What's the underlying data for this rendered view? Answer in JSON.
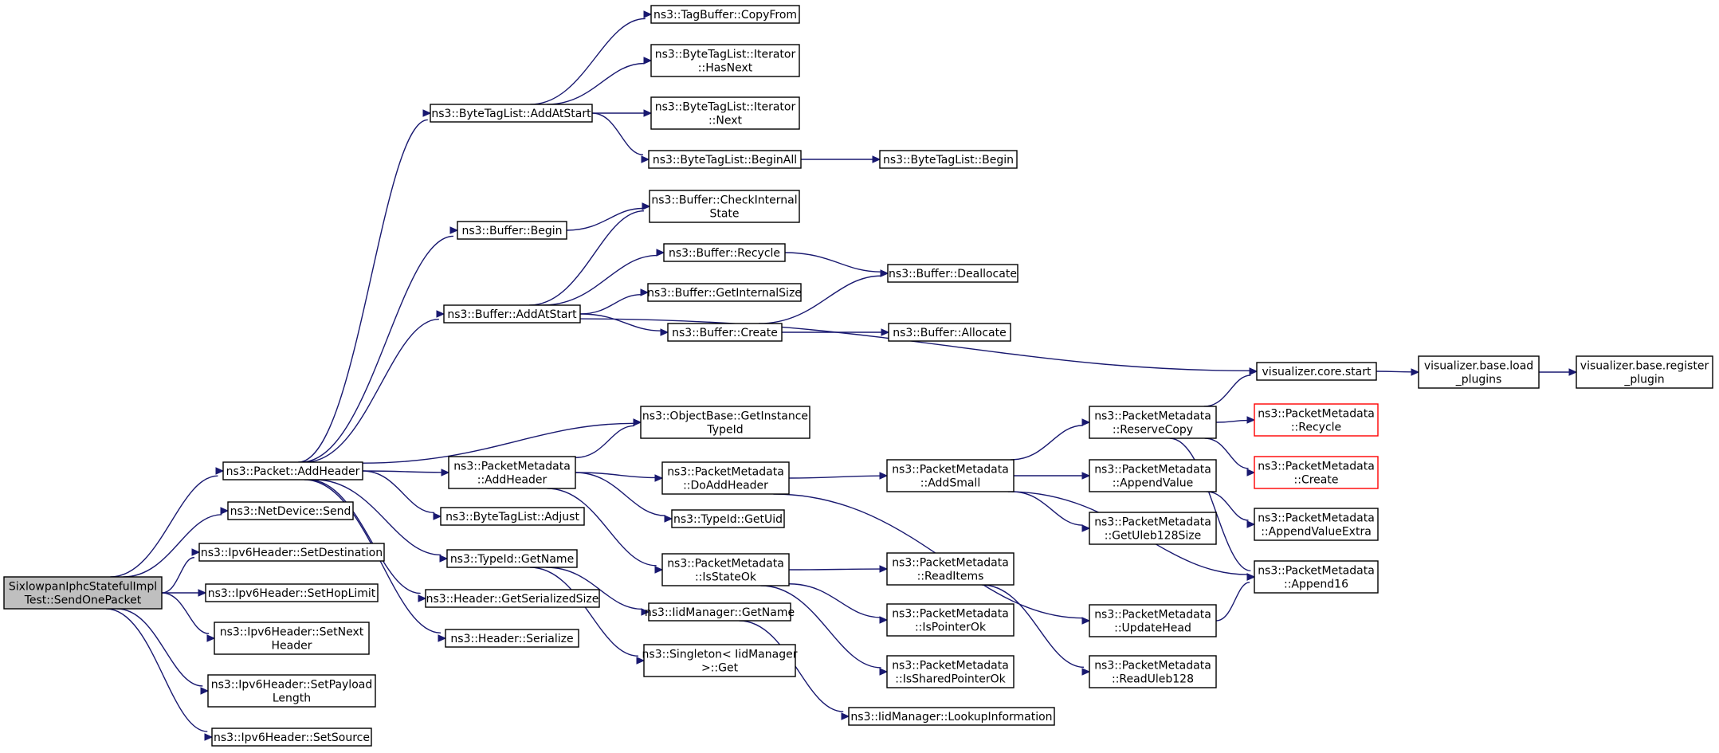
{
  "title": "",
  "colors": {
    "edge": "#191970",
    "root_fill": "#bfbfbf",
    "node_border": "#000000",
    "incomplete_border": "#ff0000"
  },
  "nodes": [
    {
      "id": "root",
      "lines": [
        "SixlowpanIphcStatefulImpl",
        "Test::SendOnePacket"
      ],
      "style": "root"
    },
    {
      "id": "pkt_addheader",
      "lines": [
        "ns3::Packet::AddHeader"
      ]
    },
    {
      "id": "netdev_send",
      "lines": [
        "ns3::NetDevice::Send"
      ]
    },
    {
      "id": "ipv6_setdest",
      "lines": [
        "ns3::Ipv6Header::SetDestination"
      ]
    },
    {
      "id": "ipv6_sethop",
      "lines": [
        "ns3::Ipv6Header::SetHopLimit"
      ]
    },
    {
      "id": "ipv6_setnext",
      "lines": [
        "ns3::Ipv6Header::SetNext",
        "Header"
      ]
    },
    {
      "id": "ipv6_setpayload",
      "lines": [
        "ns3::Ipv6Header::SetPayload",
        "Length"
      ]
    },
    {
      "id": "ipv6_setsource",
      "lines": [
        "ns3::Ipv6Header::SetSource"
      ]
    },
    {
      "id": "btl_addatstart",
      "lines": [
        "ns3::ByteTagList::AddAtStart"
      ]
    },
    {
      "id": "buf_begin",
      "lines": [
        "ns3::Buffer::Begin"
      ]
    },
    {
      "id": "buf_addatstart",
      "lines": [
        "ns3::Buffer::AddAtStart"
      ]
    },
    {
      "id": "pm_addheader",
      "lines": [
        "ns3::PacketMetadata",
        "::AddHeader"
      ]
    },
    {
      "id": "btl_adjust",
      "lines": [
        "ns3::ByteTagList::Adjust"
      ]
    },
    {
      "id": "typeid_getname",
      "lines": [
        "ns3::TypeId::GetName"
      ]
    },
    {
      "id": "hdr_getsersize",
      "lines": [
        "ns3::Header::GetSerializedSize"
      ]
    },
    {
      "id": "hdr_serialize",
      "lines": [
        "ns3::Header::Serialize"
      ]
    },
    {
      "id": "tagbuf_copyfrom",
      "lines": [
        "ns3::TagBuffer::CopyFrom"
      ]
    },
    {
      "id": "btl_it_hasnext",
      "lines": [
        "ns3::ByteTagList::Iterator",
        "::HasNext"
      ]
    },
    {
      "id": "btl_it_next",
      "lines": [
        "ns3::ByteTagList::Iterator",
        "::Next"
      ]
    },
    {
      "id": "btl_beginall",
      "lines": [
        "ns3::ByteTagList::BeginAll"
      ]
    },
    {
      "id": "btl_begin",
      "lines": [
        "ns3::ByteTagList::Begin"
      ]
    },
    {
      "id": "buf_checkinternal",
      "lines": [
        "ns3::Buffer::CheckInternal",
        "State"
      ]
    },
    {
      "id": "buf_recycle",
      "lines": [
        "ns3::Buffer::Recycle"
      ]
    },
    {
      "id": "buf_getinternalsize",
      "lines": [
        "ns3::Buffer::GetInternalSize"
      ]
    },
    {
      "id": "buf_create",
      "lines": [
        "ns3::Buffer::Create"
      ]
    },
    {
      "id": "buf_deallocate",
      "lines": [
        "ns3::Buffer::Deallocate"
      ]
    },
    {
      "id": "buf_allocate",
      "lines": [
        "ns3::Buffer::Allocate"
      ]
    },
    {
      "id": "vis_core_start",
      "lines": [
        "visualizer.core.start"
      ]
    },
    {
      "id": "vis_base_load",
      "lines": [
        "visualizer.base.load",
        "_plugins"
      ]
    },
    {
      "id": "vis_base_register",
      "lines": [
        "visualizer.base.register",
        "_plugin"
      ]
    },
    {
      "id": "objbase_getinst",
      "lines": [
        "ns3::ObjectBase::GetInstance",
        "TypeId"
      ]
    },
    {
      "id": "pm_doaddheader",
      "lines": [
        "ns3::PacketMetadata",
        "::DoAddHeader"
      ]
    },
    {
      "id": "typeid_getuid",
      "lines": [
        "ns3::TypeId::GetUid"
      ]
    },
    {
      "id": "pm_isstateok",
      "lines": [
        "ns3::PacketMetadata",
        "::IsStateOk"
      ]
    },
    {
      "id": "iid_getname",
      "lines": [
        "ns3::IidManager::GetName"
      ]
    },
    {
      "id": "singleton_get",
      "lines": [
        "ns3::Singleton< IidManager",
        ">::Get"
      ]
    },
    {
      "id": "iid_lookup",
      "lines": [
        "ns3::IidManager::LookupInformation"
      ]
    },
    {
      "id": "pm_addsmall",
      "lines": [
        "ns3::PacketMetadata",
        "::AddSmall"
      ]
    },
    {
      "id": "pm_readitems",
      "lines": [
        "ns3::PacketMetadata",
        "::ReadItems"
      ]
    },
    {
      "id": "pm_ispointerok",
      "lines": [
        "ns3::PacketMetadata",
        "::IsPointerOk"
      ]
    },
    {
      "id": "pm_issharedptrok",
      "lines": [
        "ns3::PacketMetadata",
        "::IsSharedPointerOk"
      ]
    },
    {
      "id": "pm_reservecopy",
      "lines": [
        "ns3::PacketMetadata",
        "::ReserveCopy"
      ]
    },
    {
      "id": "pm_appendvalue",
      "lines": [
        "ns3::PacketMetadata",
        "::AppendValue"
      ]
    },
    {
      "id": "pm_getuleb",
      "lines": [
        "ns3::PacketMetadata",
        "::GetUleb128Size"
      ]
    },
    {
      "id": "pm_updatehead",
      "lines": [
        "ns3::PacketMetadata",
        "::UpdateHead"
      ]
    },
    {
      "id": "pm_readuleb",
      "lines": [
        "ns3::PacketMetadata",
        "::ReadUleb128"
      ]
    },
    {
      "id": "pm_recycle",
      "lines": [
        "ns3::PacketMetadata",
        "::Recycle"
      ],
      "style": "red"
    },
    {
      "id": "pm_create",
      "lines": [
        "ns3::PacketMetadata",
        "::Create"
      ],
      "style": "red"
    },
    {
      "id": "pm_appendvalueextra",
      "lines": [
        "ns3::PacketMetadata",
        "::AppendValueExtra"
      ]
    },
    {
      "id": "pm_append16",
      "lines": [
        "ns3::PacketMetadata",
        "::Append16"
      ]
    }
  ],
  "edges": [
    [
      "root",
      "pkt_addheader"
    ],
    [
      "root",
      "netdev_send"
    ],
    [
      "root",
      "ipv6_setdest"
    ],
    [
      "root",
      "ipv6_sethop"
    ],
    [
      "root",
      "ipv6_setnext"
    ],
    [
      "root",
      "ipv6_setpayload"
    ],
    [
      "root",
      "ipv6_setsource"
    ],
    [
      "pkt_addheader",
      "btl_addatstart"
    ],
    [
      "pkt_addheader",
      "buf_begin"
    ],
    [
      "pkt_addheader",
      "buf_addatstart"
    ],
    [
      "pkt_addheader",
      "objbase_getinst"
    ],
    [
      "pkt_addheader",
      "pm_addheader"
    ],
    [
      "pkt_addheader",
      "btl_adjust"
    ],
    [
      "pkt_addheader",
      "typeid_getname"
    ],
    [
      "pkt_addheader",
      "hdr_getsersize"
    ],
    [
      "pkt_addheader",
      "hdr_serialize"
    ],
    [
      "btl_addatstart",
      "tagbuf_copyfrom"
    ],
    [
      "btl_addatstart",
      "btl_it_hasnext"
    ],
    [
      "btl_addatstart",
      "btl_it_next"
    ],
    [
      "btl_addatstart",
      "btl_beginall"
    ],
    [
      "btl_beginall",
      "btl_begin"
    ],
    [
      "buf_begin",
      "buf_checkinternal"
    ],
    [
      "buf_addatstart",
      "buf_checkinternal"
    ],
    [
      "buf_addatstart",
      "buf_recycle"
    ],
    [
      "buf_addatstart",
      "buf_getinternalsize"
    ],
    [
      "buf_addatstart",
      "buf_create"
    ],
    [
      "buf_addatstart",
      "vis_core_start"
    ],
    [
      "buf_recycle",
      "buf_deallocate"
    ],
    [
      "buf_create",
      "buf_deallocate"
    ],
    [
      "buf_create",
      "buf_allocate"
    ],
    [
      "vis_core_start",
      "vis_base_load"
    ],
    [
      "vis_base_load",
      "vis_base_register"
    ],
    [
      "pm_addheader",
      "objbase_getinst"
    ],
    [
      "pm_addheader",
      "pm_doaddheader"
    ],
    [
      "pm_addheader",
      "typeid_getuid"
    ],
    [
      "pm_addheader",
      "pm_isstateok"
    ],
    [
      "pm_doaddheader",
      "pm_addsmall"
    ],
    [
      "pm_doaddheader",
      "pm_updatehead"
    ],
    [
      "typeid_getname",
      "iid_getname"
    ],
    [
      "typeid_getname",
      "singleton_get"
    ],
    [
      "iid_getname",
      "iid_lookup"
    ],
    [
      "pm_isstateok",
      "pm_readitems"
    ],
    [
      "pm_isstateok",
      "pm_ispointerok"
    ],
    [
      "pm_isstateok",
      "pm_issharedptrok"
    ],
    [
      "pm_readitems",
      "pm_readuleb"
    ],
    [
      "pm_addsmall",
      "pm_reservecopy"
    ],
    [
      "pm_addsmall",
      "pm_appendvalue"
    ],
    [
      "pm_addsmall",
      "pm_getuleb"
    ],
    [
      "pm_addsmall",
      "pm_append16"
    ],
    [
      "pm_reservecopy",
      "vis_core_start"
    ],
    [
      "pm_reservecopy",
      "pm_recycle"
    ],
    [
      "pm_reservecopy",
      "pm_create"
    ],
    [
      "pm_reservecopy",
      "pm_append16"
    ],
    [
      "pm_appendvalue",
      "pm_appendvalueextra"
    ],
    [
      "pm_updatehead",
      "pm_append16"
    ]
  ]
}
